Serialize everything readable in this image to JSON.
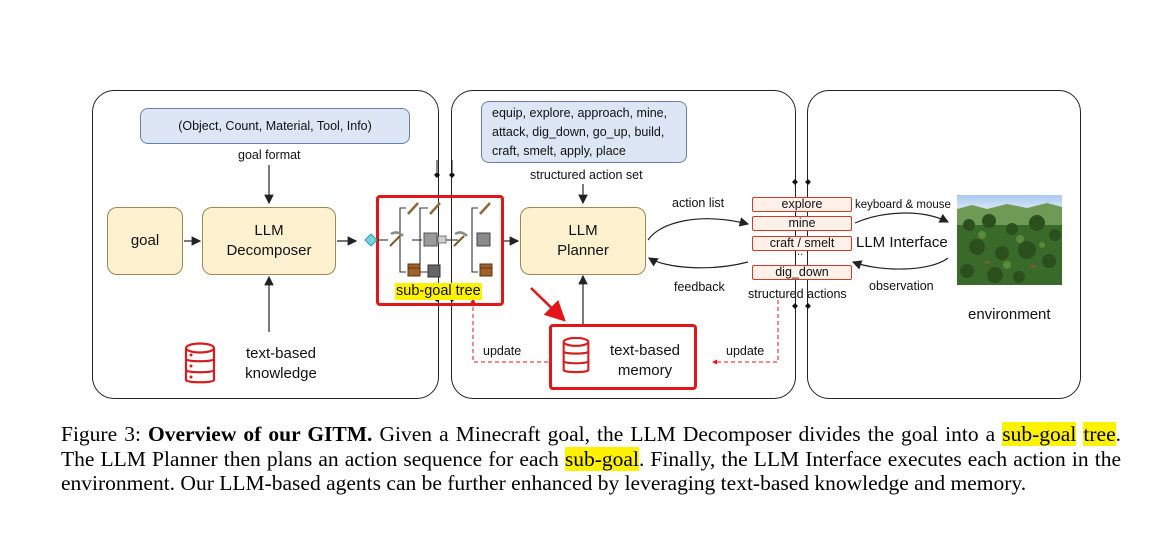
{
  "diagram": {
    "goal_format": {
      "box_text": "(Object, Count, Material, Tool, Info)",
      "label": "goal format"
    },
    "goal_box": "goal",
    "decomposer": {
      "line1": "LLM",
      "line2": "Decomposer"
    },
    "text_knowledge": {
      "line1": "text-based",
      "line2": "knowledge"
    },
    "subgoal_tree": {
      "label": "sub-goal tree"
    },
    "action_set": {
      "line1": "equip, explore, approach, mine,",
      "line2": "attack, dig_down, go_up, build,",
      "line3": "craft, smelt, apply, place",
      "label": "structured action set"
    },
    "planner": {
      "line1": "LLM",
      "line2": "Planner"
    },
    "memory": {
      "line1": "text-based",
      "line2": "memory"
    },
    "update_left": "update",
    "update_right": "update",
    "action_list": "action list",
    "feedback": "feedback",
    "structured_actions": {
      "items": [
        "explore",
        "mine",
        "craft / smelt",
        "...",
        "dig_down"
      ],
      "label": "structured actions"
    },
    "interface": "LLM Interface",
    "keyboard_mouse": "keyboard & mouse",
    "observation": "observation",
    "environment": "environment"
  },
  "caption": {
    "prefix": "Figure 3: ",
    "title": "Overview of our GITM.",
    "t1": " Given a Minecraft goal, the LLM Decomposer divides the goal into a ",
    "h1": "sub-goal",
    "t2": " ",
    "h2": "tree",
    "t3": ".  The LLM Planner then plans an action sequence for each ",
    "h3": "sub-goal",
    "t4": ".  Finally, the LLM Interface executes each action in the environment. Our LLM-based agents can be further enhanced by leveraging text-based knowledge and memory."
  },
  "colors": {
    "highlight_red": "#e0161b",
    "tan_fill": "#fdf1cf",
    "blue_fill": "#dde6f5",
    "caption_highlight": "#fff200"
  }
}
